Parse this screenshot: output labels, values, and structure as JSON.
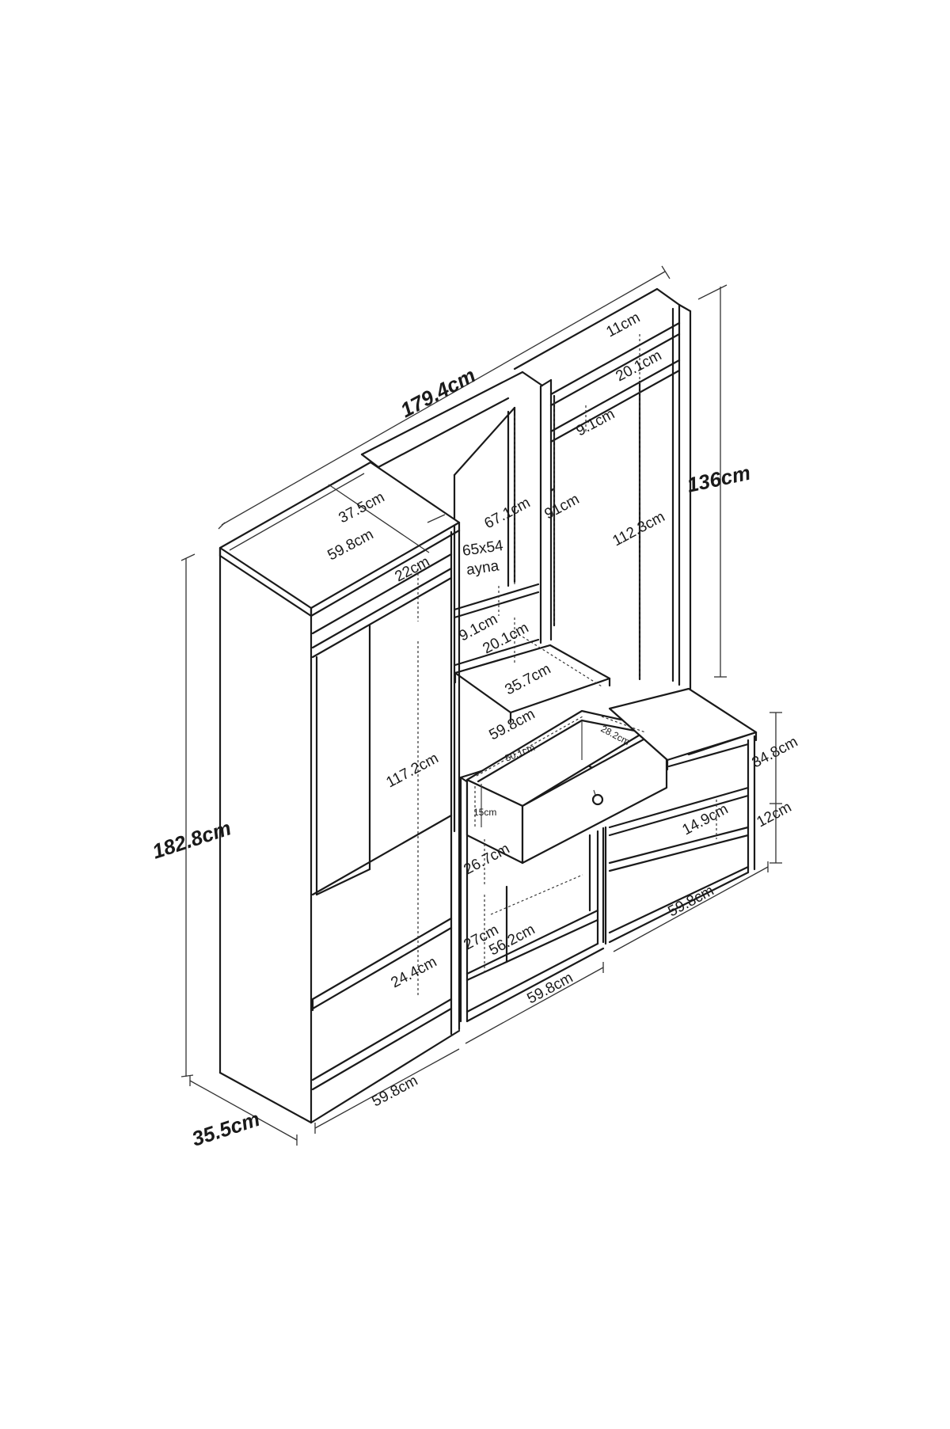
{
  "dimensions": {
    "total_width": "179.4cm",
    "left_height": "182.8cm",
    "right_height": "136cm",
    "depth": "35.5cm",
    "top_depth": "37.5cm",
    "top_width": "59.8cm",
    "left_top_compartment": "22cm",
    "left_hanging_height": "117.2cm",
    "left_bottom_compartment": "24.4cm",
    "left_base_width": "59.8cm",
    "mirror_size_line1": "65x54",
    "mirror_size_line2": "ayna",
    "mirror_height": "67.1cm",
    "middle_right_panel_height": "91cm",
    "middle_shelf_gap_small": "9.1cm",
    "middle_shelf_height": "20.1cm",
    "middle_shelf_depth": "35.7cm",
    "middle_shelf_width": "59.8cm",
    "drawer_width": "50.1cm",
    "drawer_depth": "28.2cm",
    "drawer_height": "15cm",
    "middle_lower_shelf": "26.7cm",
    "middle_bottom_height": "27cm",
    "middle_bottom_width": "56.2cm",
    "middle_base_width": "59.8cm",
    "right_top_gap": "11cm",
    "right_shelf_height": "20.1cm",
    "right_rail_gap": "9.1cm",
    "right_hanging_height": "112.3cm",
    "bench_height": "34.8cm",
    "bench_lower": "12cm",
    "bench_compartment": "14.9cm",
    "right_base_width": "59.8cm"
  }
}
